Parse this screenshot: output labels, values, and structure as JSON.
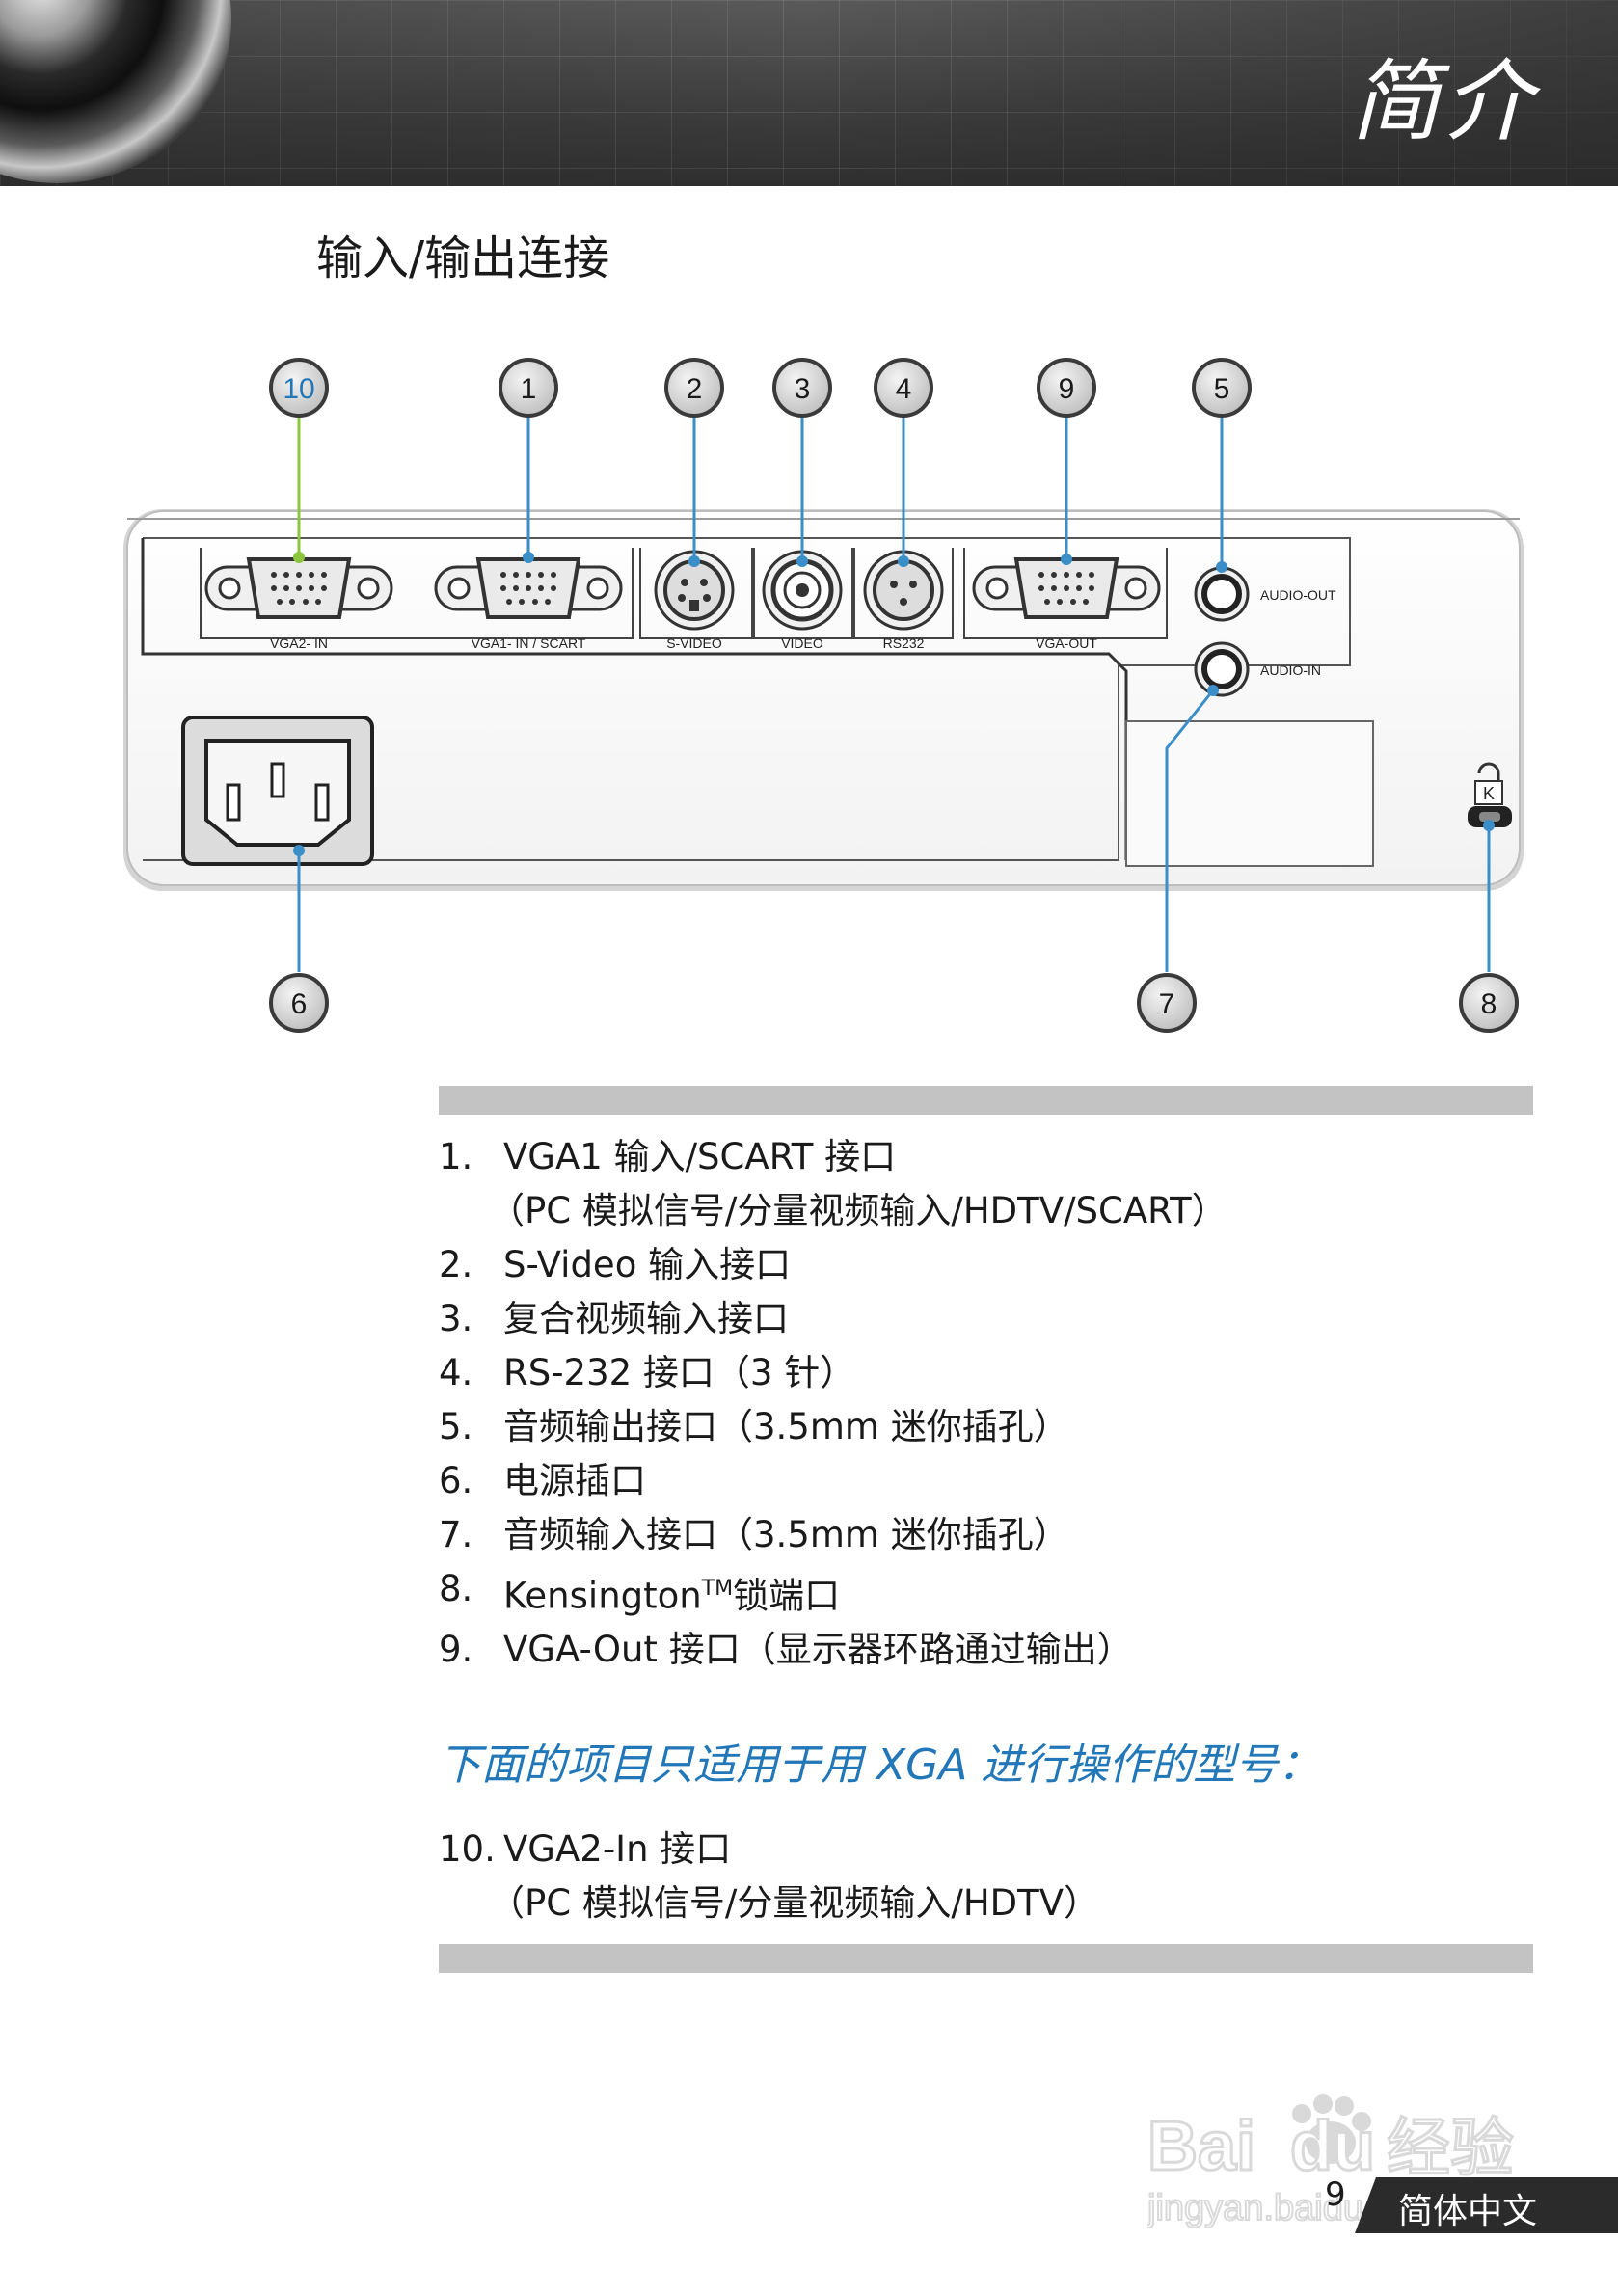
{
  "header": {
    "title": "简介"
  },
  "section_title": "输入/输出连接",
  "diagram": {
    "callouts": [
      "10",
      "1",
      "2",
      "3",
      "4",
      "9",
      "5",
      "6",
      "7",
      "8"
    ],
    "port_labels": {
      "vga2_in": "VGA2- IN",
      "vga1_in": "VGA1- IN / SCART",
      "s_video": "S-VIDEO",
      "video": "VIDEO",
      "rs232": "RS232",
      "vga_out": "VGA-OUT",
      "audio_out": "AUDIO-OUT",
      "audio_in": "AUDIO-IN"
    },
    "kensington_letter": "K"
  },
  "list": [
    {
      "num": "1.",
      "text": "VGA1 输入/SCART 接口",
      "sub": "（PC 模拟信号/分量视频输入/HDTV/SCART）"
    },
    {
      "num": "2.",
      "text": "S-Video 输入接口"
    },
    {
      "num": "3.",
      "text": "复合视频输入接口"
    },
    {
      "num": "4.",
      "text": "RS-232 接口（3 针）"
    },
    {
      "num": "5.",
      "text": "音频输出接口（3.5mm 迷你插孔）"
    },
    {
      "num": "6.",
      "text": "电源插口"
    },
    {
      "num": "7.",
      "text": "音频输入接口（3.5mm 迷你插孔）"
    },
    {
      "num": "8.",
      "text_pre": "Kensington",
      "text_sup": "TM",
      "text_post": "锁端口"
    },
    {
      "num": "9.",
      "text": "VGA-Out 接口（显示器环路通过输出）"
    }
  ],
  "note": "下面的项目只适用于用 XGA 进行操作的型号：",
  "list2": [
    {
      "num": "10.",
      "text": "VGA2-In 接口",
      "sub": "（PC 模拟信号/分量视频输入/HDTV）"
    }
  ],
  "footer": {
    "page_number": "9",
    "language": "简体中文",
    "watermark_brand": "Bai",
    "watermark_brand2": "du",
    "watermark_suffix": "经验",
    "watermark_url": "jingyan.baidu.com"
  },
  "colors": {
    "accent_blue": "#2277b8",
    "callout_line": "#3a8fc9",
    "callout_line_green": "#8cc63f",
    "bar_gray": "#c3c3c3"
  }
}
